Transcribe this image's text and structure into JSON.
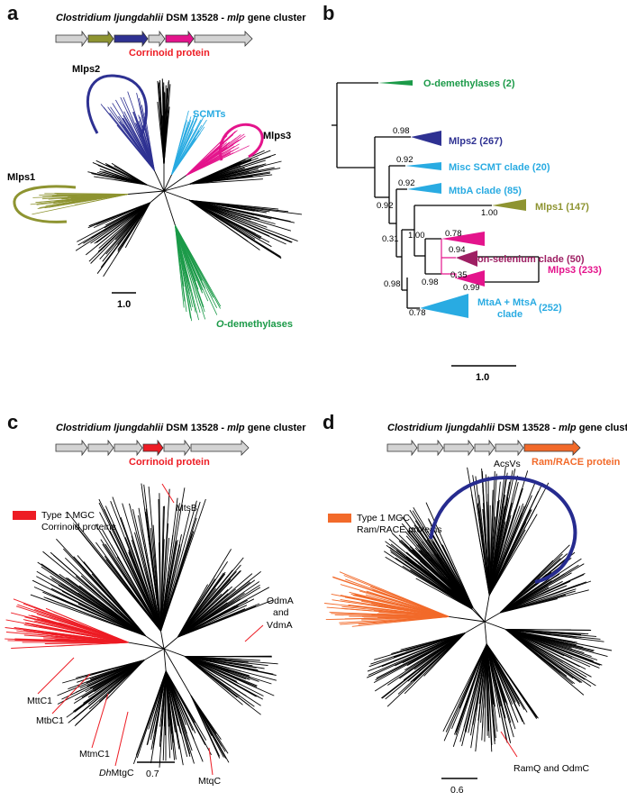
{
  "panels": {
    "a": {
      "letter": "a",
      "cluster_species": "Clostridium ljungdahlii",
      "cluster_rest": " DSM 13528 - ",
      "cluster_gene": "mlp",
      "cluster_tail": " gene cluster",
      "highlight_label": "Corrinoid protein",
      "labels": {
        "mlps2": "Mlps2",
        "scmts": "SCMTs",
        "mlps3": "Mlps3",
        "mlps1": "Mlps1",
        "odem_italic": "O",
        "odem_rest": "-demethylases",
        "scale": "1.0"
      }
    },
    "b": {
      "letter": "b",
      "clades": {
        "odem": "O-demethylases (2)",
        "mlps2": "Mlps2 (267)",
        "misc": "Misc SCMT clade (20)",
        "mtba": "MtbA clade (85)",
        "mlps1": "Mlps1 (147)",
        "nonsel": "Non-selenium clade (50)",
        "mlps3": "Mlps3 (233)",
        "mtaa_line1": "MtaA + MtsA",
        "mtaa_count": "(252)",
        "mtaa_line2": "clade"
      },
      "support": {
        "s098a": "0.98",
        "s092a": "0.92",
        "s092b": "0.92",
        "s092c": "0.92",
        "s031": "0.31",
        "s100a": "1.00",
        "s100b": "1.00",
        "s098b": "0.98",
        "s078a": "0.78",
        "s094": "0.94",
        "s035": "0.35",
        "s099": "0.99",
        "s098c": "0.98",
        "s078b": "0.78"
      },
      "scale": "1.0"
    },
    "c": {
      "letter": "c",
      "cluster_species": "Clostridium ljungdahlii",
      "cluster_rest": " DSM 13528 - ",
      "cluster_gene": "mlp",
      "cluster_tail": " gene cluster",
      "highlight_label": "Corrinoid protein",
      "legend_line1": "Type 1 MGC",
      "legend_line2": "Corrinoid proteins",
      "labels": {
        "mtsb": "MtsB",
        "odma1": "OdmA",
        "odma2": "and",
        "odma3": "VdmA",
        "mttc1": "MttC1",
        "mtbc1": "MtbC1",
        "mtmc1": "MtmC1",
        "dhmtgc_italic": "Dh",
        "dhmtgc_rest": "MtgC",
        "mtqc": "MtqC",
        "scale": "0.7"
      }
    },
    "d": {
      "letter": "d",
      "cluster_species": "Clostridium ljungdahlii",
      "cluster_rest": " DSM 13528 - ",
      "cluster_gene": "mlp",
      "cluster_tail": " gene cluster",
      "highlight_label": "Ram/RACE protein",
      "legend_line1": "Type 1 MGC",
      "legend_line2": "Ram/RACE proteins",
      "labels": {
        "acsvs": "AcsVs",
        "ramq": "RamQ and OdmC",
        "scale": "0.6"
      }
    }
  },
  "colors": {
    "olive": "#8E9431",
    "navy": "#2E3192",
    "cyan": "#29ABE2",
    "magenta": "#E4148C",
    "green": "#1B9A48",
    "darkmagenta": "#9E1F63",
    "red": "#ED1C24",
    "orange": "#F26A2A",
    "blue_arc": "#262B8F",
    "gray_arrow": "#D3D3D3"
  }
}
